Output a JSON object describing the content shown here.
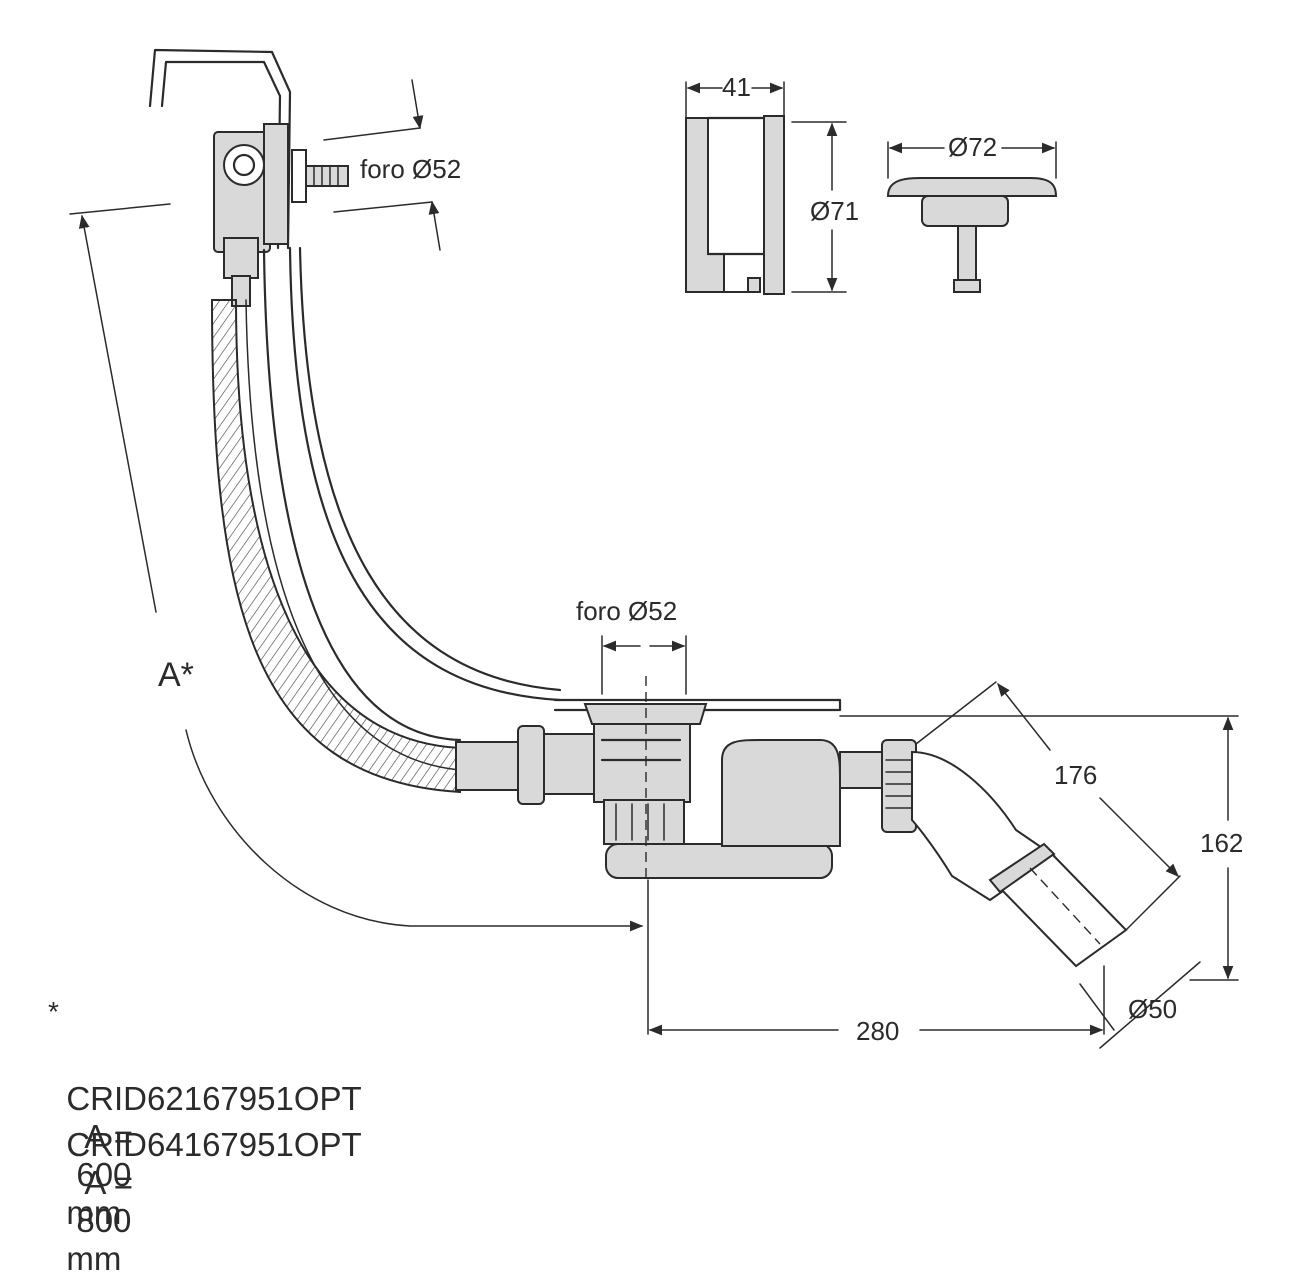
{
  "labels": {
    "overflow_hole": "foro Ø52",
    "drain_hole": "foro Ø52",
    "dim_41": "41",
    "dim_71": "Ø71",
    "dim_72": "Ø72",
    "dim_176": "176",
    "dim_162": "162",
    "dim_280": "280",
    "dim_50": "Ø50",
    "length_a": "A*"
  },
  "notes": {
    "asterisk": "*",
    "variants": [
      {
        "code": "CRID62167951OPT",
        "eq": "A =",
        "value": "600",
        "unit": "mm"
      },
      {
        "code": "CRID64167951OPT",
        "eq": "A =",
        "value": "800",
        "unit": "mm"
      }
    ]
  },
  "colors": {
    "line": "#2b2b2b",
    "fill": "#d9d9d9",
    "background": "#ffffff"
  }
}
